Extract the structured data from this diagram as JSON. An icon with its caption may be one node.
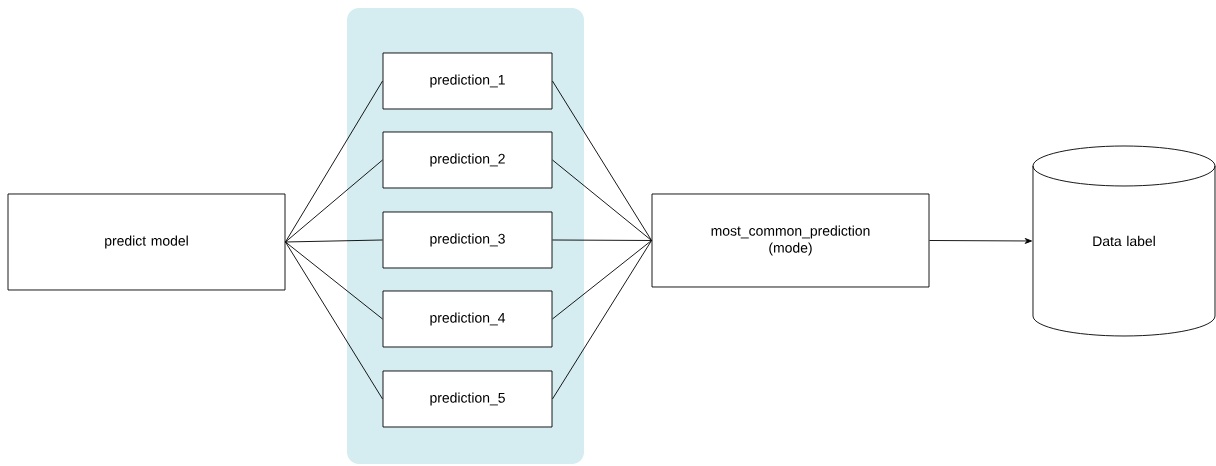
{
  "diagram": {
    "nodes": [
      {
        "text": [
          "predict model"
        ]
      },
      {
        "text": [],
        "shape": "box"
      },
      {
        "text": [
          "prediction_1"
        ],
        "in": 1
      },
      {
        "text": [
          "prediction_2"
        ],
        "in": 1
      },
      {
        "text": [
          "prediction_3"
        ],
        "in": 1
      },
      {
        "text": [
          "prediction_4"
        ],
        "in": 1
      },
      {
        "text": [
          "prediction_5"
        ],
        "in": 1
      },
      {
        "text": [
          "most_common_prediction (mode)"
        ]
      },
      {
        "text": [
          "Data label"
        ]
      }
    ],
    "edges": [
      {
        "from": 0,
        "to": 2,
        "arrow": "none"
      },
      {
        "from": 0,
        "to": 3,
        "arrow": "none"
      },
      {
        "from": 0,
        "to": 4,
        "arrow": "none"
      },
      {
        "from": 0,
        "to": 5,
        "arrow": "none"
      },
      {
        "from": 0,
        "to": 6,
        "arrow": "none"
      },
      {
        "from": 2,
        "to": 7,
        "arrow": "none"
      },
      {
        "from": 3,
        "to": 7,
        "arrow": "none"
      },
      {
        "from": 4,
        "to": 7,
        "arrow": "none"
      },
      {
        "from": 5,
        "to": 7,
        "arrow": "none"
      },
      {
        "from": 6,
        "to": 7,
        "arrow": "none"
      },
      {
        "from": 7,
        "to": 8,
        "arrow": "to"
      }
    ]
  }
}
